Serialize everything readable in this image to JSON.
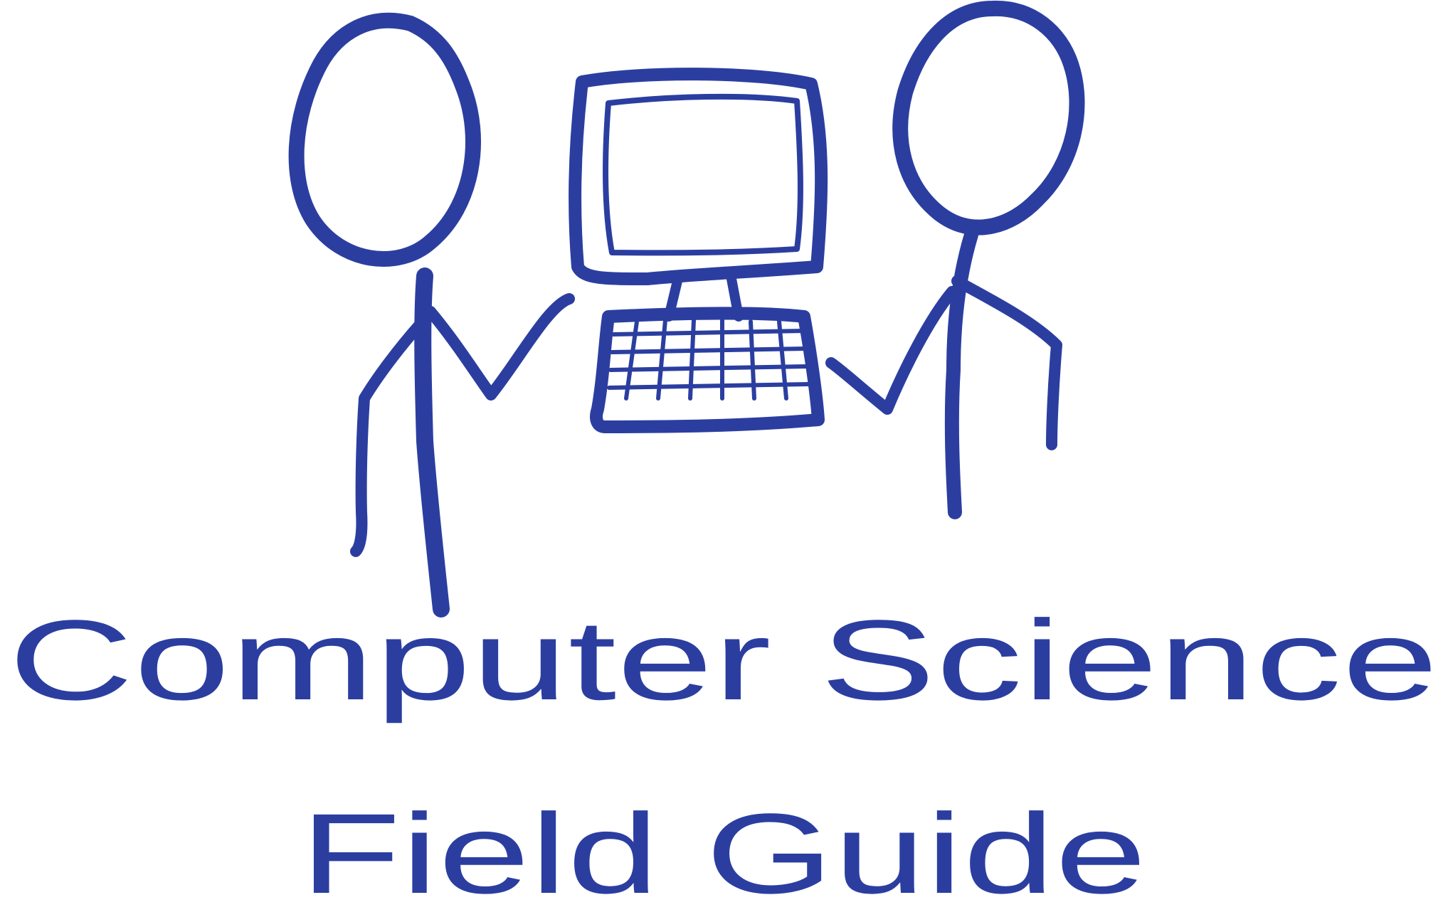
{
  "logo": {
    "name": "Computer Science Field Guide logo",
    "color": "#2b3ea0",
    "title_line_1": "Computer Science",
    "title_line_2": "Field Guide",
    "icons": [
      "stick-figure-left-icon",
      "stick-figure-right-icon",
      "computer-monitor-icon",
      "keyboard-icon"
    ]
  }
}
